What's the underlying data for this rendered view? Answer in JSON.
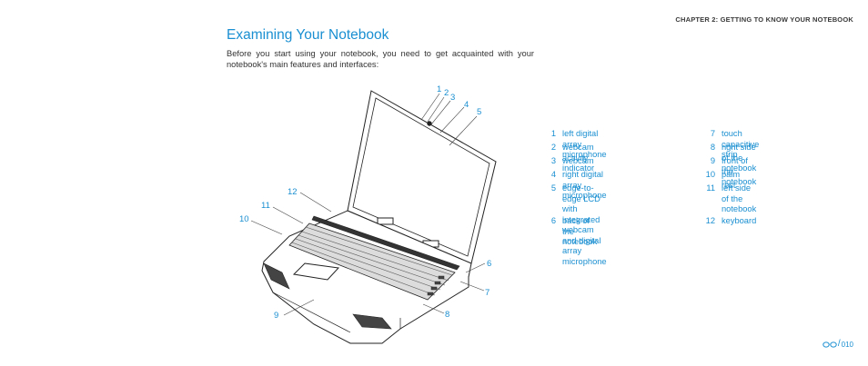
{
  "header": {
    "chapter": "CHAPTER 2: GETTING TO KNOW YOUR NOTEBOOK"
  },
  "section": {
    "title": "Examining Your Notebook",
    "intro": "Before you start using your notebook, you need to get acquainted with your notebook's main features and interfaces:"
  },
  "figure": {
    "callouts": [
      "1",
      "2",
      "3",
      "4",
      "5",
      "6",
      "7",
      "8",
      "9",
      "10",
      "11",
      "12"
    ]
  },
  "legend": {
    "left": [
      {
        "num": "1",
        "label": "left digital array microphone"
      },
      {
        "num": "2",
        "label": "webcam activity indicator"
      },
      {
        "num": "3",
        "label": "webcam"
      },
      {
        "num": "4",
        "label": "right digital array microphone"
      },
      {
        "num": "5",
        "label": "edge-to-edge LCD with\nintegrated webcam and digital\narray microphone"
      },
      {
        "num": "6",
        "label": "back of the notebook"
      }
    ],
    "right": [
      {
        "num": "7",
        "label": "touch capacitive strip"
      },
      {
        "num": "8",
        "label": "right side of the notebook"
      },
      {
        "num": "9",
        "label": "front of the notebook"
      },
      {
        "num": "10",
        "label": "palm rest"
      },
      {
        "num": "11",
        "label": "left side of the notebook"
      },
      {
        "num": "12",
        "label": "keyboard"
      }
    ]
  },
  "footer": {
    "page": "010"
  },
  "colors": {
    "accent": "#1a8fd1",
    "text": "#333333"
  }
}
